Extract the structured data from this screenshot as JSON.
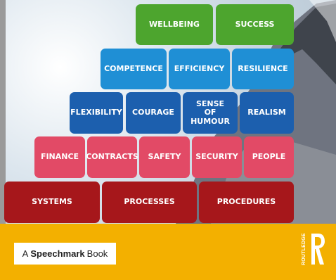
{
  "pyramid": {
    "row1": [
      "WELLBEING",
      "SUCCESS"
    ],
    "row2": [
      "COMPETENCE",
      "EFFICIENCY",
      "RESILIENCE"
    ],
    "row3": [
      "FLEXIBILITY",
      "COURAGE",
      "SENSE OF HUMOUR",
      "REALISM"
    ],
    "row4": [
      "FINANCE",
      "CONTRACTS",
      "SAFETY",
      "SECURITY",
      "PEOPLE"
    ],
    "row5": [
      "SYSTEMS",
      "PROCESSES",
      "PROCEDURES"
    ]
  },
  "footer": {
    "series_prefix": "A",
    "series_brand": "Speechmark",
    "series_suffix": "Book",
    "publisher": "ROUTLEDGE"
  },
  "colors": {
    "green": "#4da52e",
    "light_blue": "#1f8fd5",
    "dark_blue": "#1c5fae",
    "pink": "#e24a66",
    "red": "#a6171b",
    "footer_yellow": "#f3b000"
  }
}
